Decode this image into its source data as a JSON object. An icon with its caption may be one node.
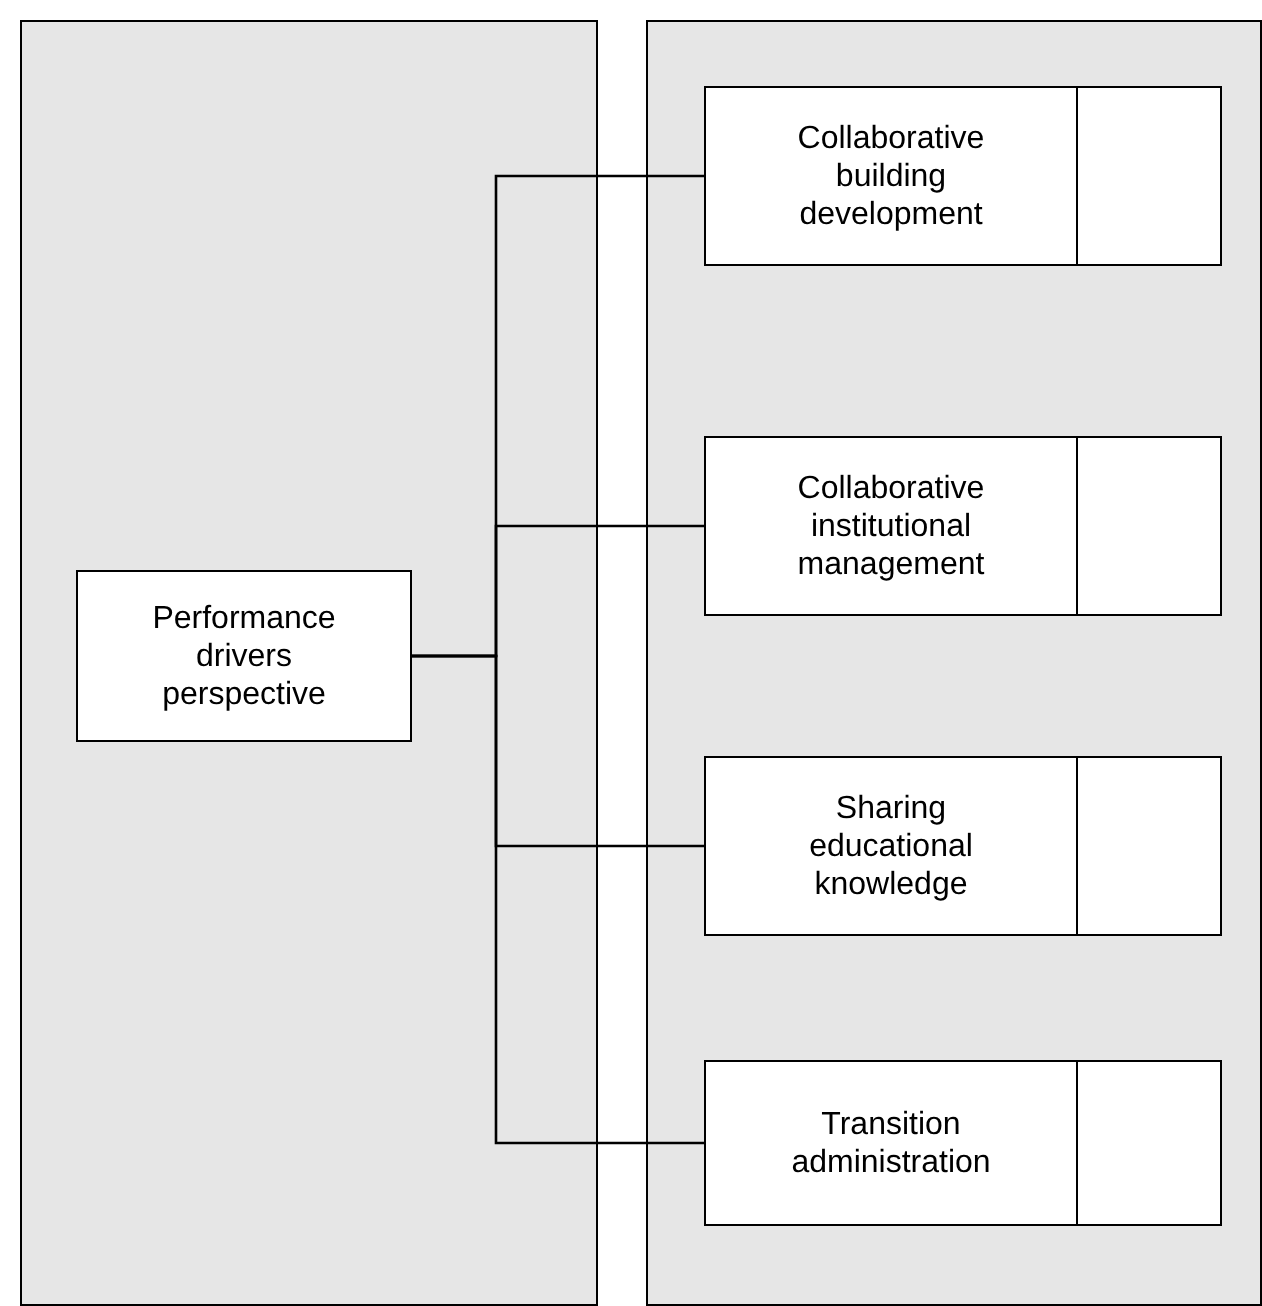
{
  "diagram": {
    "nodes": [
      {
        "text": [],
        "shape": "box"
      },
      {
        "text": [],
        "shape": "box"
      },
      {
        "text": [
          "Performance drivers perspective"
        ],
        "in": 0
      },
      {
        "text": [
          "Collaborative building development"
        ],
        "in": 1
      },
      {
        "text": [],
        "shape": "box",
        "in": 1
      },
      {
        "text": [
          "Collaborative institutional management"
        ],
        "in": 1
      },
      {
        "text": [],
        "shape": "box",
        "in": 1
      },
      {
        "text": [
          "Sharing educational knowledge"
        ],
        "in": 1
      },
      {
        "text": [],
        "shape": "box",
        "in": 1
      },
      {
        "text": [
          "Transition administration"
        ],
        "in": 1
      },
      {
        "text": [],
        "shape": "box",
        "in": 1
      }
    ],
    "edges": [
      {
        "from": 2,
        "to": 3,
        "arrow": "none"
      },
      {
        "from": 2,
        "to": 5,
        "arrow": "none"
      },
      {
        "from": 2,
        "to": 7,
        "arrow": "none"
      },
      {
        "from": 2,
        "to": 9,
        "arrow": "none"
      }
    ]
  }
}
